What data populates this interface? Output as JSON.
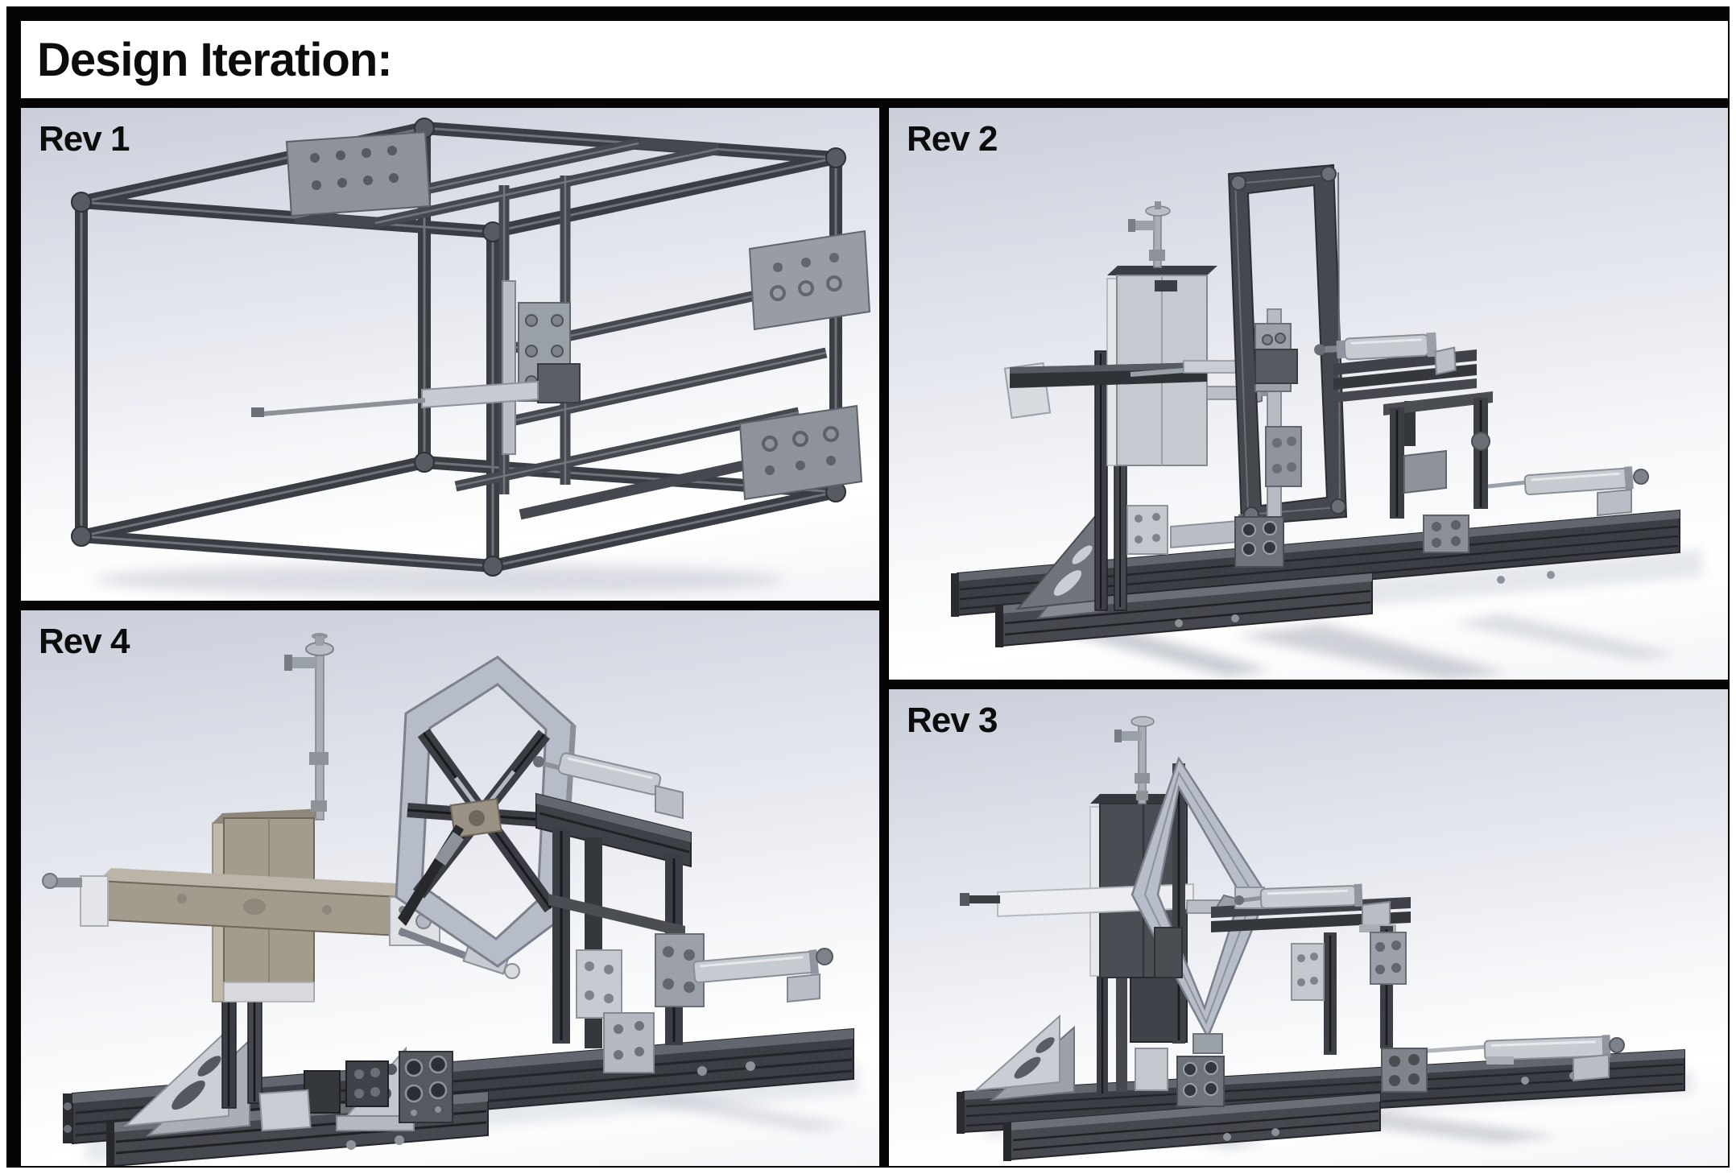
{
  "title": "Design Iteration:",
  "panels": [
    {
      "id": "rev1",
      "label": "Rev 1",
      "alt": "CAD render of full rectangular aluminum extrusion cage frame with central gantry and mounting plates"
    },
    {
      "id": "rev2",
      "label": "Rev 2",
      "alt": "CAD render of open test rig on long extrusion rail base with left actuator tower, rectangular portal frame and two horizontal cylinders"
    },
    {
      "id": "rev4",
      "label": "Rev 4",
      "alt": "CAD render of test rig with tan cross actuator tower, hexagonal wheel plate with crossed extrusion spokes and rail base"
    },
    {
      "id": "rev3",
      "label": "Rev 3",
      "alt": "CAD render of test rig with dark actuator tower, diamond shaped plate frame and horizontal cylinders on rail base"
    }
  ],
  "palette": {
    "border_black": "#050505",
    "background_white": "#ffffff",
    "render_bg_top": "#c9ced9",
    "render_bg_bottom": "#ffffff",
    "extrusion_dark": "#3c3f45",
    "plate_mid_gray": "#979ca5",
    "plate_light_gray": "#c6cad2",
    "metal_white": "#e8eaee",
    "tan_block": "#a39b8b",
    "text_black": "#0c0c0c"
  }
}
